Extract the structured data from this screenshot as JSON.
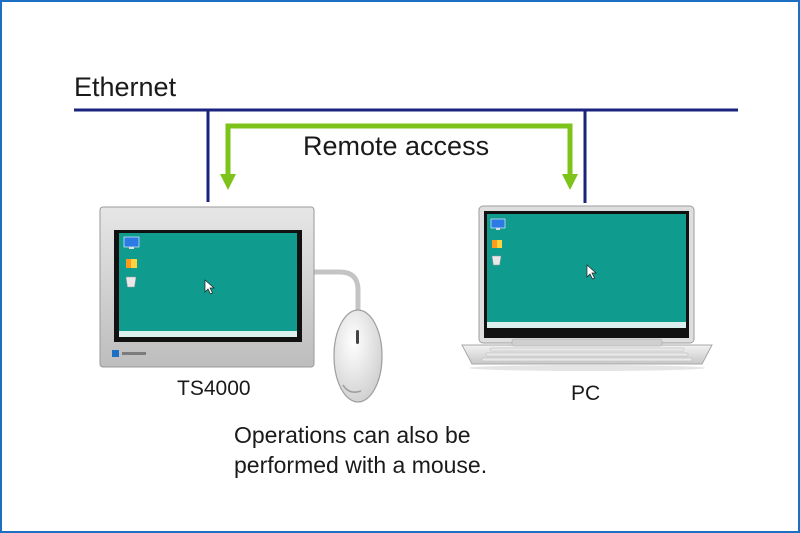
{
  "network": {
    "label": "Ethernet"
  },
  "connection": {
    "label": "Remote access"
  },
  "devices": {
    "panel": {
      "label": "TS4000"
    },
    "pc": {
      "label": "PC"
    }
  },
  "note": {
    "line1": "Operations can also be",
    "line2": "performed with a mouse."
  },
  "colors": {
    "ethernet_line": "#1a237e",
    "remote_arrow": "#7dc31a",
    "screen": "#0f9b8e",
    "frame_border": "#1d6fc4"
  },
  "icons": [
    "monitor-icon",
    "folder-icon",
    "trash-icon",
    "cursor-icon",
    "mouse-icon"
  ]
}
